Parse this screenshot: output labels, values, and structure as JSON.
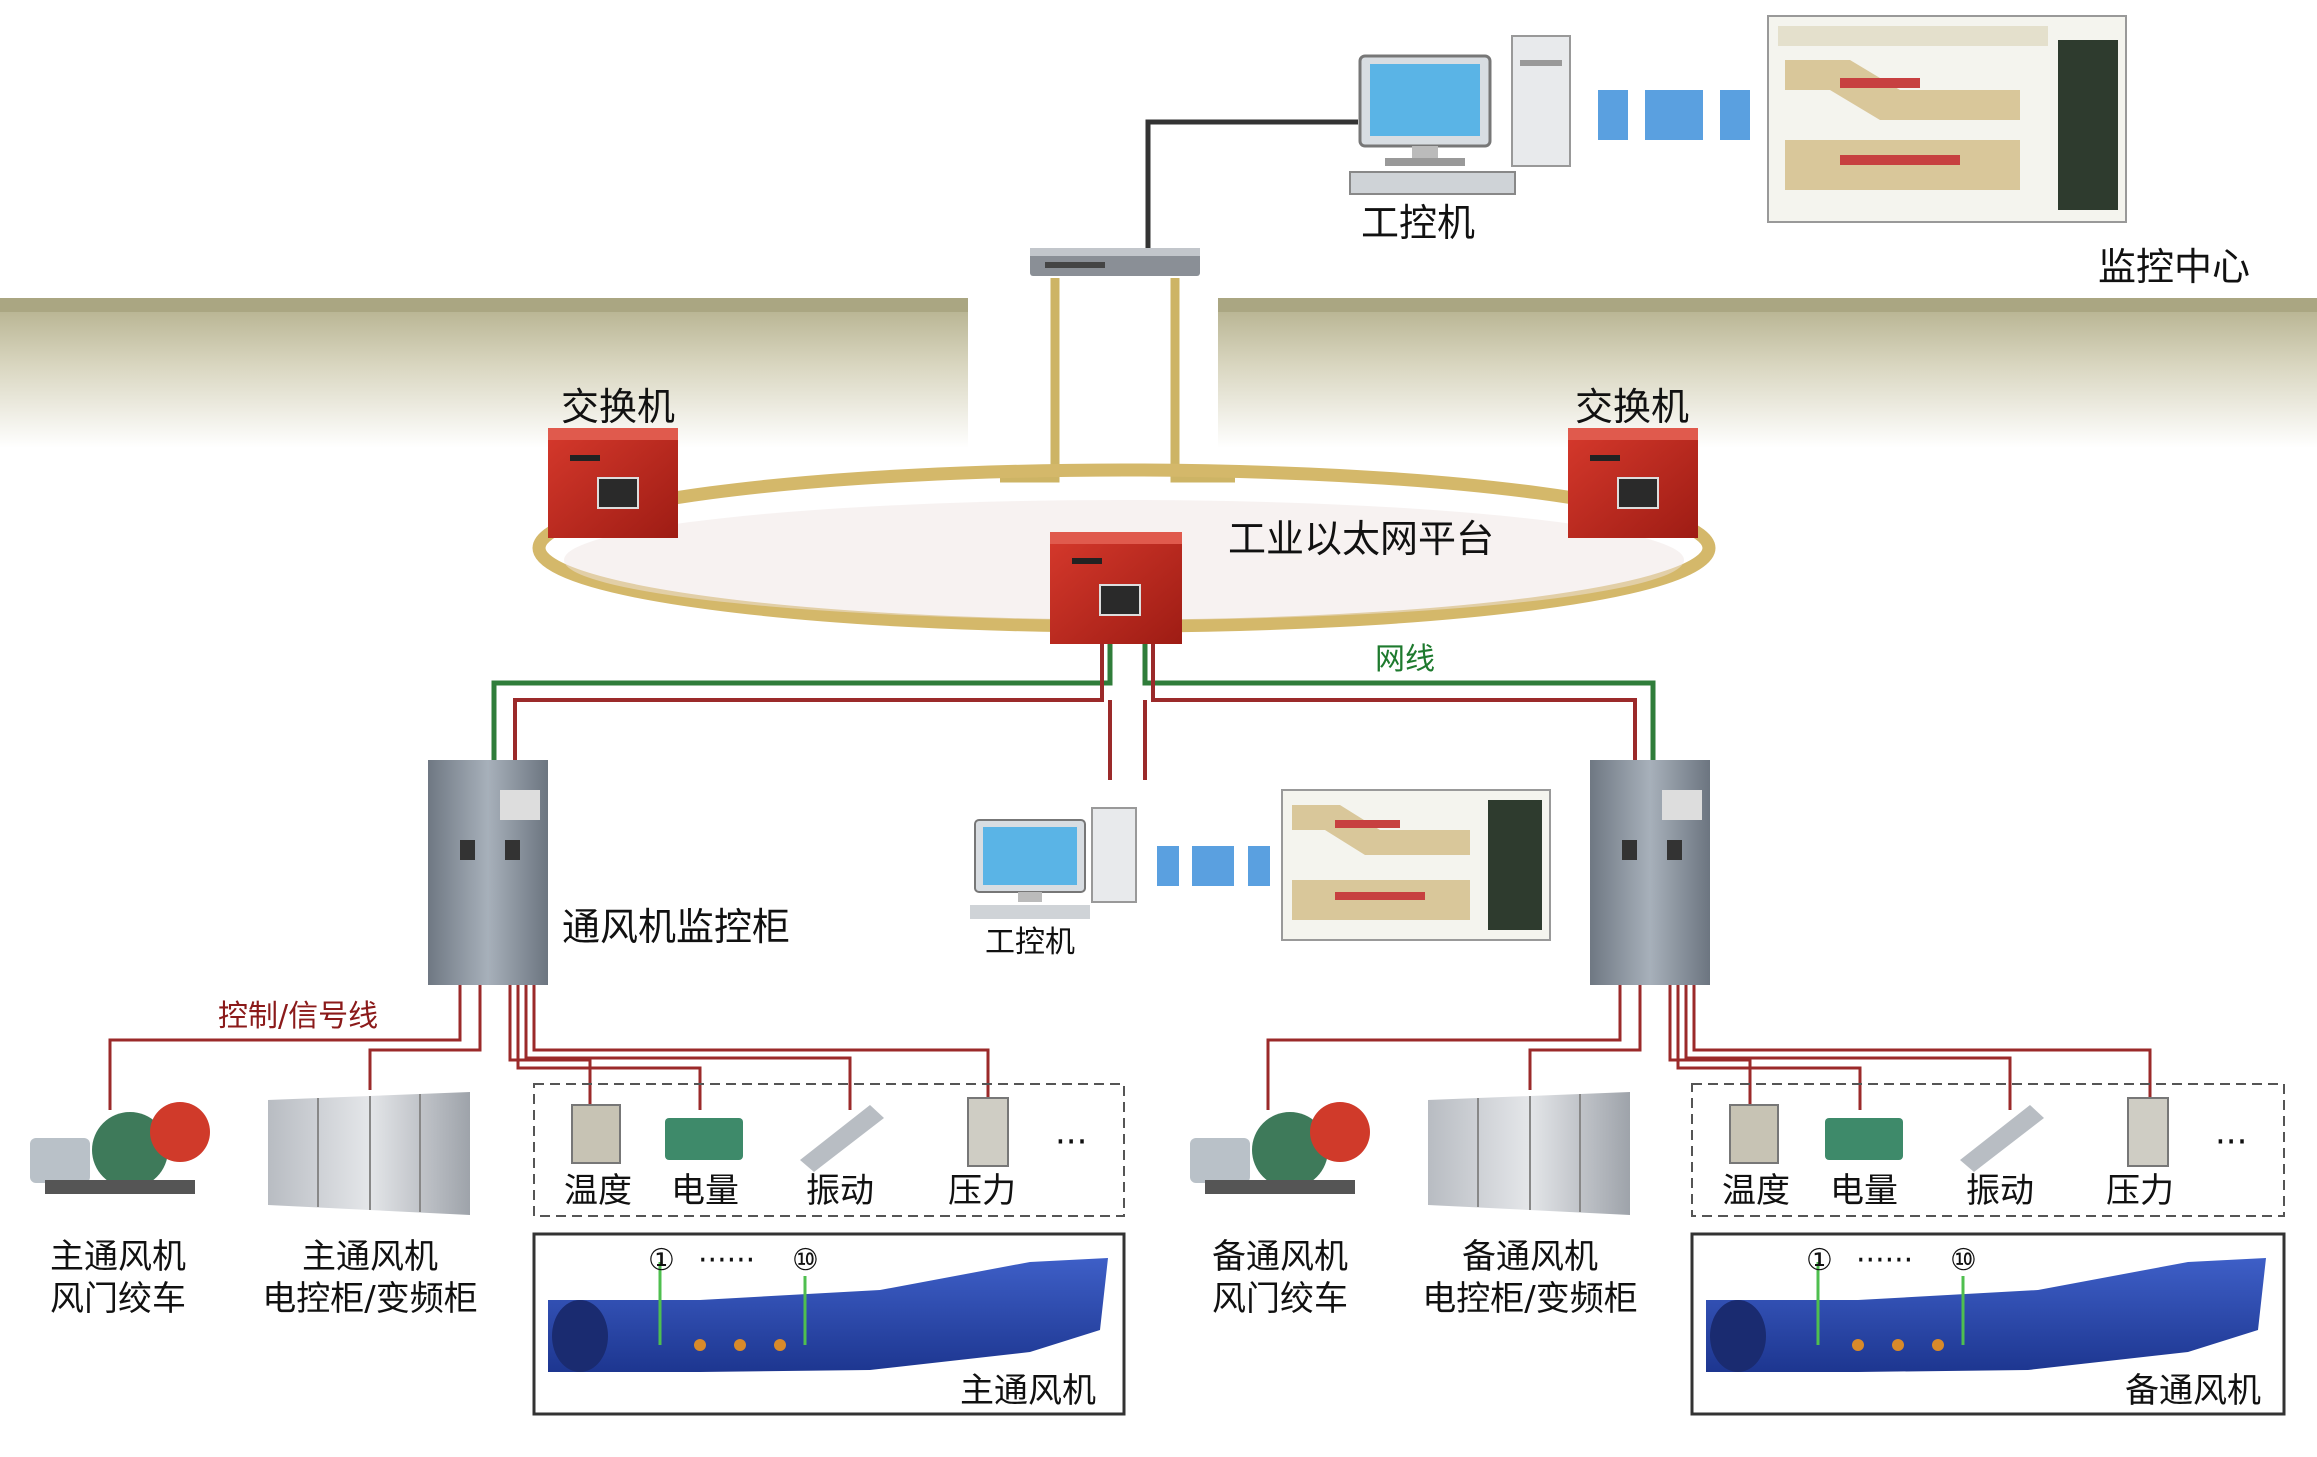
{
  "labels": {
    "monitor_center": "监控中心",
    "ipc_top": "工控机",
    "switch_left": "交换机",
    "switch_right": "交换机",
    "ethernet_platform": "工业以太网平台",
    "network_cable": "网线",
    "fan_cabinet": "通风机监控柜",
    "ipc_mid": "工控机",
    "control_signal_line": "控制/信号线",
    "sensors_left": [
      "温度",
      "电量",
      "振动",
      "压力"
    ],
    "sensors_right": [
      "温度",
      "电量",
      "振动",
      "压力"
    ],
    "ellipsis": "···",
    "main_winch": [
      "主通风机",
      "风门绞车"
    ],
    "main_cabinet": [
      "主通风机",
      "电控柜/变频柜"
    ],
    "main_fan": "主通风机",
    "backup_winch": [
      "备通风机",
      "风门绞车"
    ],
    "backup_cabinet": [
      "备通风机",
      "电控柜/变频柜"
    ],
    "backup_fan": "备通风机",
    "fan_markers": [
      "①",
      "······",
      "⑩"
    ]
  },
  "colors": {
    "ring": "#d4b86a",
    "green_wire": "#2f7d3a",
    "red_wire": "#9b2a2a",
    "switch_red": "#c0281e",
    "cabinet": "#8d97a3",
    "fan_blue": "#2747a8",
    "ground_band": "#b9b596"
  }
}
